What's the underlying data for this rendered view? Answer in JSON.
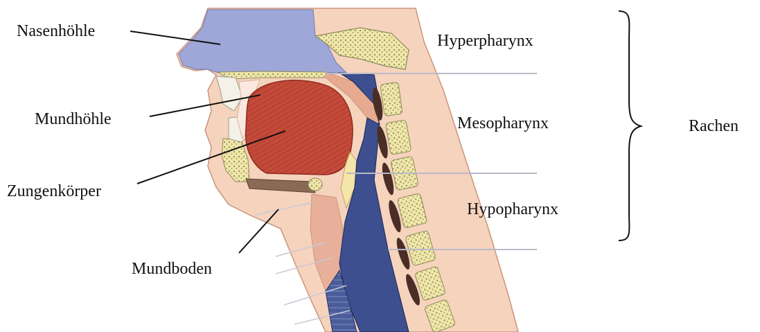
{
  "labels": {
    "nasenhoehle": "Nasenhöhle",
    "mundhoehle": "Mundhöhle",
    "zungenkoerper": "Zungenkörper",
    "mundboden": "Mundboden",
    "hyperpharynx": "Hyperpharynx",
    "mesopharynx": "Mesopharynx",
    "hypopharynx": "Hypopharynx",
    "rachen": "Rachen"
  },
  "colors": {
    "skin": "#f6d3bd",
    "skin_line": "#c9957a",
    "nasal_cavity": "#9ea7d8",
    "tongue": "#c44a3a",
    "tongue_dark": "#8e2a20",
    "bone": "#efe6a8",
    "bone_dots": "#8c8a5a",
    "airway": "#3e4f8f",
    "airway_dark": "#22305f",
    "divider_line": "#b9b9c9",
    "leader": "#111111"
  }
}
